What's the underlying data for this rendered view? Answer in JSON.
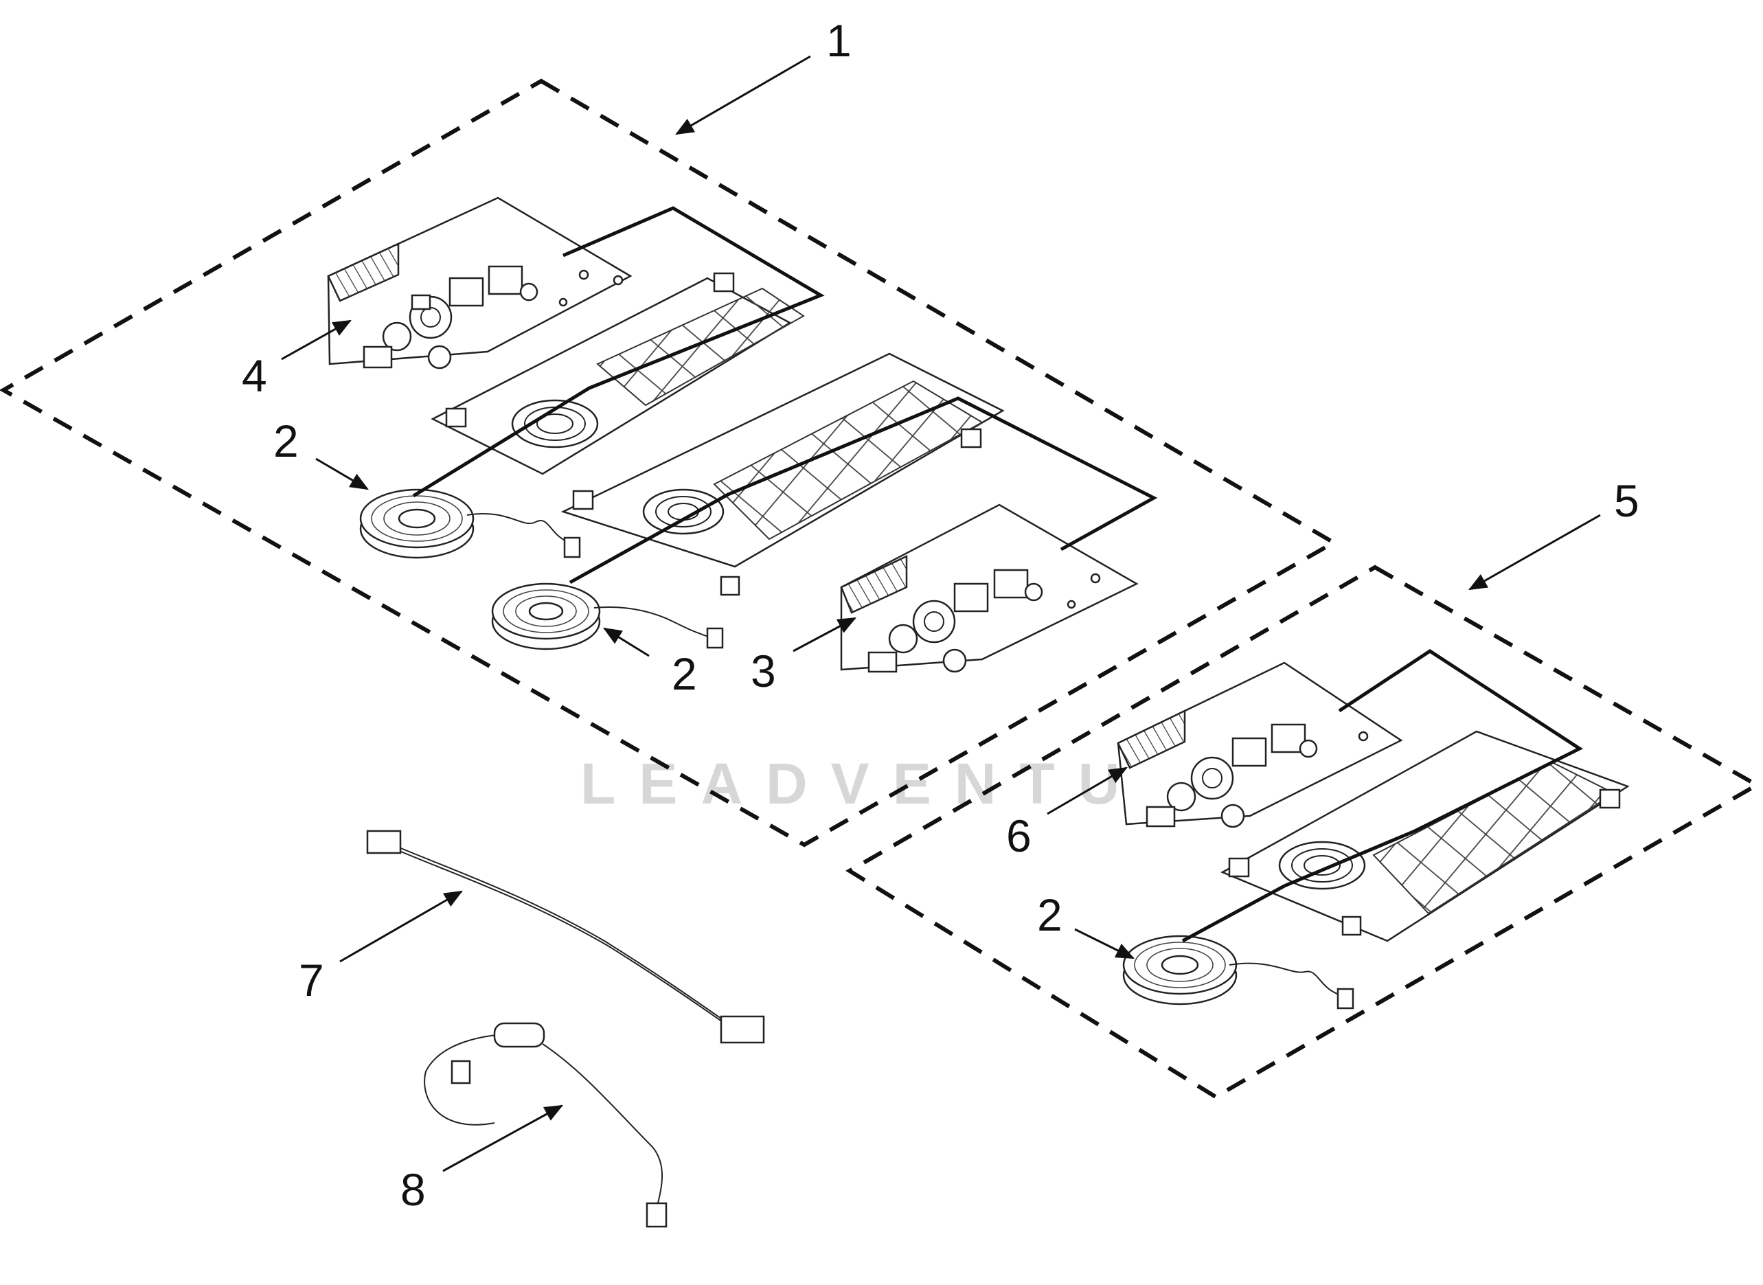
{
  "diagram": {
    "watermark": "LEADVENTURE",
    "callouts": {
      "c1": "1",
      "c2a": "2",
      "c2b": "2",
      "c2c": "2",
      "c3": "3",
      "c4": "4",
      "c5": "5",
      "c6": "6",
      "c7": "7",
      "c8": "8"
    }
  }
}
